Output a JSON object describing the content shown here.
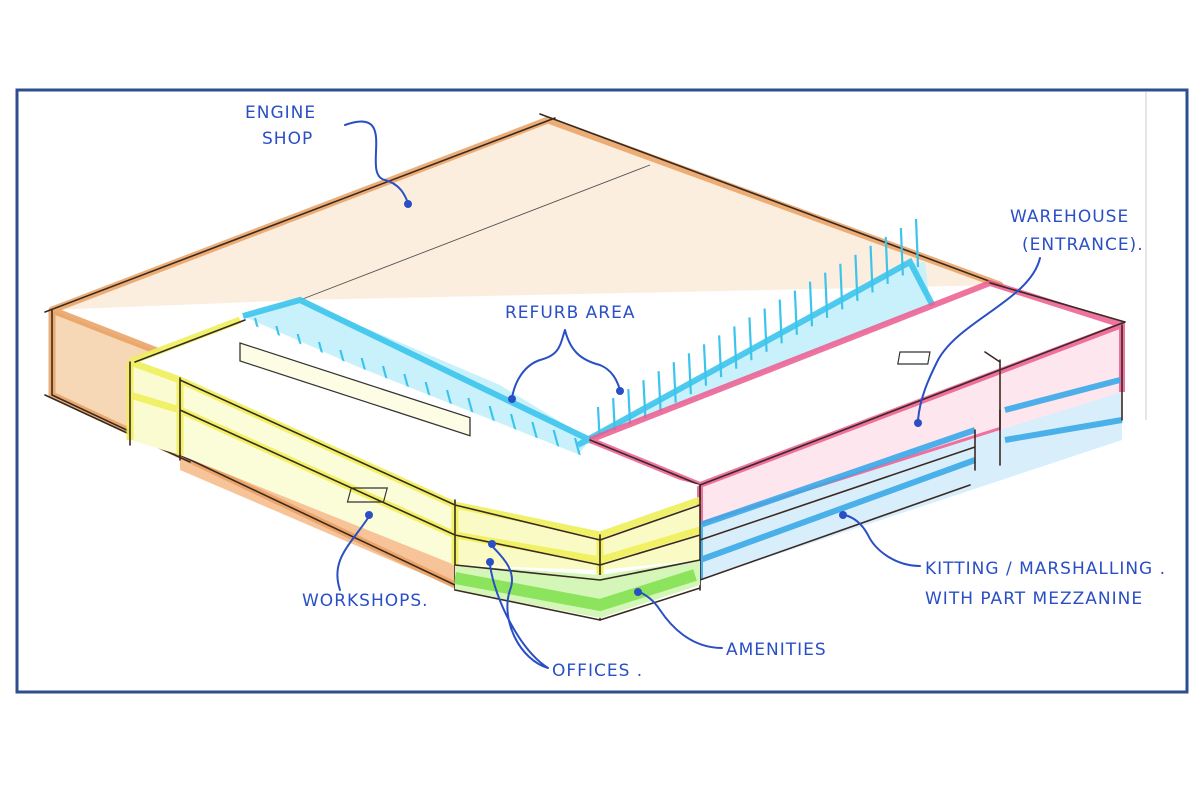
{
  "colors": {
    "frame": "#2e4e8f",
    "ink": "#2a4fc4",
    "engine_shop": "#e9a060",
    "refurb": "#3cc4ec",
    "offices": "#eef05a",
    "amenities": "#7ee04a",
    "warehouse": "#ec5a8e",
    "kitting": "#3aa8e8"
  },
  "labels": {
    "engine_shop": [
      "ENGINE",
      "SHOP"
    ],
    "refurb_area": "REFURB AREA",
    "warehouse": [
      "WAREHOUSE",
      "(ENTRANCE)."
    ],
    "workshops": "WORKSHOPS.",
    "offices": "OFFICES .",
    "amenities": "AMENITIES",
    "kitting": [
      "KITTING / MARSHALLING .",
      "WITH PART MEZZANINE"
    ]
  }
}
